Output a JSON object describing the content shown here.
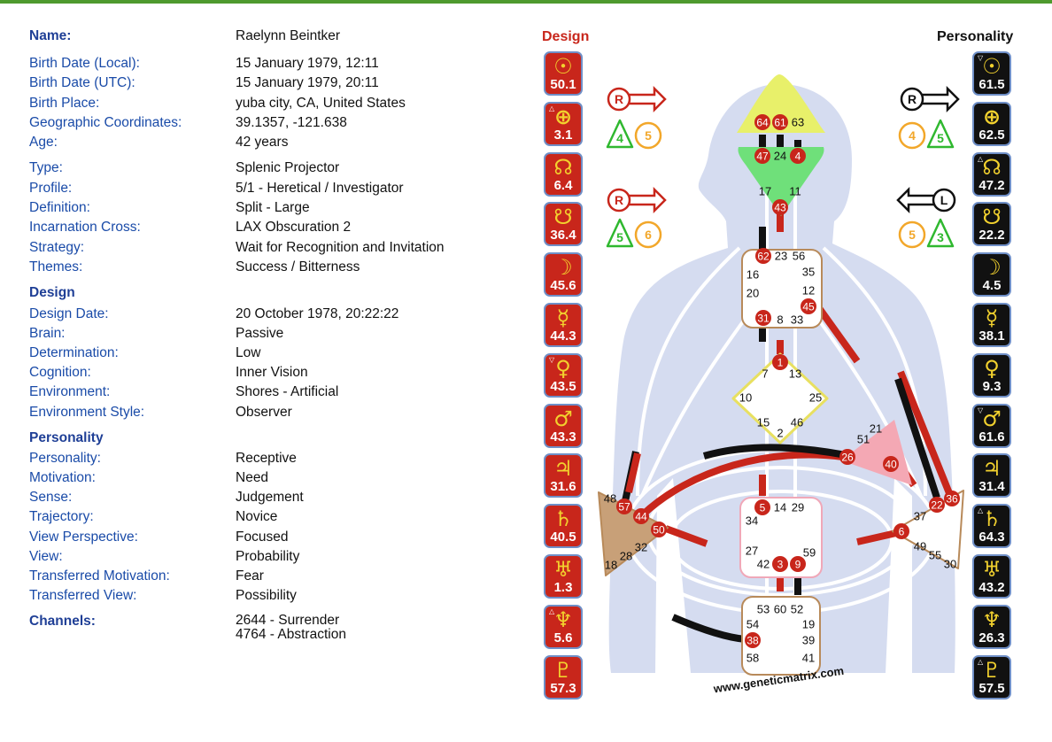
{
  "info": {
    "rows": [
      {
        "label": "Name:",
        "value": "Raelynn Beintker",
        "head": true
      },
      {
        "label": "Birth Date (Local):",
        "value": "15 January 1979, 12:11"
      },
      {
        "label": "Birth Date (UTC):",
        "value": "15 January 1979, 20:11"
      },
      {
        "label": "Birth Place:",
        "value": "yuba city, CA, United States"
      },
      {
        "label": "Geographic Coordinates:",
        "value": "39.1357, -121.638"
      },
      {
        "label": "Age:",
        "value": "42 years"
      },
      {
        "label": "Type:",
        "value": "Splenic Projector"
      },
      {
        "label": "Profile:",
        "value": "5/1 - Heretical / Investigator"
      },
      {
        "label": "Definition:",
        "value": "Split - Large"
      },
      {
        "label": "Incarnation Cross:",
        "value": "LAX Obscuration 2"
      },
      {
        "label": "Strategy:",
        "value": "Wait for Recognition and Invitation"
      },
      {
        "label": "Themes:",
        "value": "Success / Bitterness"
      },
      {
        "label": "Design",
        "value": "",
        "head": true
      },
      {
        "label": "Design Date:",
        "value": "20 October 1978, 20:22:22"
      },
      {
        "label": "Brain:",
        "value": "Passive"
      },
      {
        "label": "Determination:",
        "value": "Low"
      },
      {
        "label": "Cognition:",
        "value": "Inner Vision"
      },
      {
        "label": "Environment:",
        "value": "Shores - Artificial"
      },
      {
        "label": "Environment Style:",
        "value": "Observer"
      },
      {
        "label": "Personality",
        "value": "",
        "head": true
      },
      {
        "label": "Personality:",
        "value": "Receptive"
      },
      {
        "label": "Motivation:",
        "value": "Need"
      },
      {
        "label": "Sense:",
        "value": "Judgement"
      },
      {
        "label": "Trajectory:",
        "value": "Novice"
      },
      {
        "label": "View Perspective:",
        "value": "Focused"
      },
      {
        "label": "View:",
        "value": "Probability"
      },
      {
        "label": "Transferred Motivation:",
        "value": "Fear"
      },
      {
        "label": "Transferred View:",
        "value": "Possibility"
      },
      {
        "label": "Channels:",
        "value": "2644 - Surrender\n4764 - Abstraction",
        "head": true
      }
    ]
  },
  "design_title": "Design",
  "personality_title": "Personality",
  "colors": {
    "design": "#c8261b",
    "personality": "#111111",
    "planet_glyph": "#f2d12e",
    "body": "#d5dcf0",
    "head_center": "#e8f06a",
    "ajna_center": "#6fe07a",
    "spleen_center": "#c8a078",
    "ego_center": "#f4a8b4"
  },
  "design_planets": [
    {
      "name": "sun-icon",
      "glyph": "☉",
      "value": "50.1",
      "mark": ""
    },
    {
      "name": "earth-icon",
      "glyph": "⊕",
      "value": "3.1",
      "mark": "△"
    },
    {
      "name": "north-node-icon",
      "glyph": "☊",
      "value": "6.4",
      "mark": ""
    },
    {
      "name": "south-node-icon",
      "glyph": "☋",
      "value": "36.4",
      "mark": ""
    },
    {
      "name": "moon-icon",
      "glyph": "☽",
      "value": "45.6",
      "mark": ""
    },
    {
      "name": "mercury-icon",
      "glyph": "☿",
      "value": "44.3",
      "mark": ""
    },
    {
      "name": "venus-icon",
      "glyph": "♀",
      "value": "43.5",
      "mark": "▽"
    },
    {
      "name": "mars-icon",
      "glyph": "♂",
      "value": "43.3",
      "mark": ""
    },
    {
      "name": "jupiter-icon",
      "glyph": "♃",
      "value": "31.6",
      "mark": ""
    },
    {
      "name": "saturn-icon",
      "glyph": "♄",
      "value": "40.5",
      "mark": ""
    },
    {
      "name": "uranus-icon",
      "glyph": "♅",
      "value": "1.3",
      "mark": ""
    },
    {
      "name": "neptune-icon",
      "glyph": "♆",
      "value": "5.6",
      "mark": "△"
    },
    {
      "name": "pluto-icon",
      "glyph": "♇",
      "value": "57.3",
      "mark": ""
    }
  ],
  "personality_planets": [
    {
      "name": "sun-icon",
      "glyph": "☉",
      "value": "61.5",
      "mark": "▽"
    },
    {
      "name": "earth-icon",
      "glyph": "⊕",
      "value": "62.5",
      "mark": ""
    },
    {
      "name": "north-node-icon",
      "glyph": "☊",
      "value": "47.2",
      "mark": "△"
    },
    {
      "name": "south-node-icon",
      "glyph": "☋",
      "value": "22.2",
      "mark": ""
    },
    {
      "name": "moon-icon",
      "glyph": "☽",
      "value": "4.5",
      "mark": ""
    },
    {
      "name": "mercury-icon",
      "glyph": "☿",
      "value": "38.1",
      "mark": ""
    },
    {
      "name": "venus-icon",
      "glyph": "♀",
      "value": "9.3",
      "mark": ""
    },
    {
      "name": "mars-icon",
      "glyph": "♂",
      "value": "61.6",
      "mark": "▽"
    },
    {
      "name": "jupiter-icon",
      "glyph": "♃",
      "value": "31.4",
      "mark": ""
    },
    {
      "name": "saturn-icon",
      "glyph": "♄",
      "value": "64.3",
      "mark": "△"
    },
    {
      "name": "uranus-icon",
      "glyph": "♅",
      "value": "43.2",
      "mark": ""
    },
    {
      "name": "neptune-icon",
      "glyph": "♆",
      "value": "26.3",
      "mark": ""
    },
    {
      "name": "pluto-icon",
      "glyph": "♇",
      "value": "57.5",
      "mark": "△"
    }
  ],
  "variables": {
    "design_top": {
      "arrow": "R",
      "tone_a": "4",
      "tone_b": "5"
    },
    "design_bottom": {
      "arrow": "R",
      "tone_a": "5",
      "tone_b": "6"
    },
    "personality_top": {
      "arrow": "R",
      "tone_a": "4",
      "tone_b": "5"
    },
    "personality_bottom": {
      "arrow": "L",
      "tone_a": "5",
      "tone_b": "3"
    }
  },
  "bodygraph": {
    "head": {
      "gates": [
        "64",
        "61",
        "63"
      ],
      "active": [
        "64",
        "61"
      ]
    },
    "ajna": {
      "gates": [
        "47",
        "24",
        "4",
        "17",
        "11",
        "43"
      ],
      "active": [
        "47",
        "4",
        "43"
      ]
    },
    "throat": {
      "gates": [
        "62",
        "23",
        "56",
        "16",
        "35",
        "20",
        "12",
        "45",
        "31",
        "8",
        "33"
      ],
      "active": [
        "62",
        "45",
        "31"
      ]
    },
    "g": {
      "gates": [
        "1",
        "7",
        "13",
        "10",
        "25",
        "15",
        "2",
        "46"
      ],
      "active": [
        "1"
      ]
    },
    "ego": {
      "gates": [
        "21",
        "51",
        "26",
        "40"
      ],
      "active": [
        "26",
        "40"
      ]
    },
    "spleen": {
      "gates": [
        "48",
        "57",
        "44",
        "50",
        "32",
        "28",
        "18"
      ],
      "active": [
        "57",
        "44",
        "50"
      ]
    },
    "sacral": {
      "gates": [
        "5",
        "14",
        "29",
        "34",
        "27",
        "59",
        "42",
        "3",
        "9"
      ],
      "active": [
        "5",
        "3",
        "9"
      ]
    },
    "solar_plexus": {
      "gates": [
        "36",
        "22",
        "37",
        "6",
        "49",
        "55",
        "30"
      ],
      "active": [
        "36",
        "22",
        "6"
      ]
    },
    "root": {
      "gates": [
        "53",
        "60",
        "52",
        "54",
        "19",
        "38",
        "39",
        "58",
        "41"
      ],
      "active": [
        "38"
      ]
    },
    "watermark": "www.geneticmatrix.com"
  }
}
